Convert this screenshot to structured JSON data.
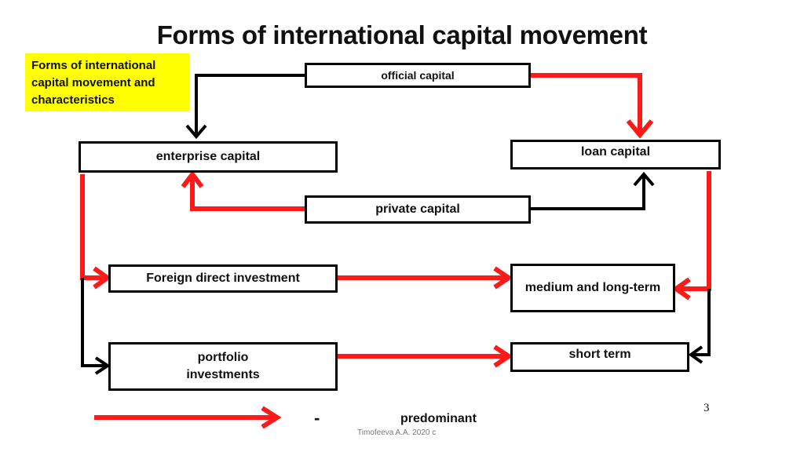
{
  "title": "Forms of international capital movement",
  "note": "Forms of international capital movement and characteristics",
  "boxes": {
    "official": "official capital",
    "enterprise": "enterprise capital",
    "loan": "loan capital",
    "private": "private capital",
    "fdi": "Foreign direct investment",
    "medium": "medium and long-term",
    "portfolio": "portfolio investments",
    "short": "short term"
  },
  "legend": {
    "dash": "-",
    "label": "predominant",
    "color": "#ff1a1a"
  },
  "page_number": "3",
  "footer": "Timofeeva A.A. 2020 c",
  "colors": {
    "predominant": "#ff1a1a",
    "secondary": "#000000",
    "note_background": "#ffff00"
  }
}
